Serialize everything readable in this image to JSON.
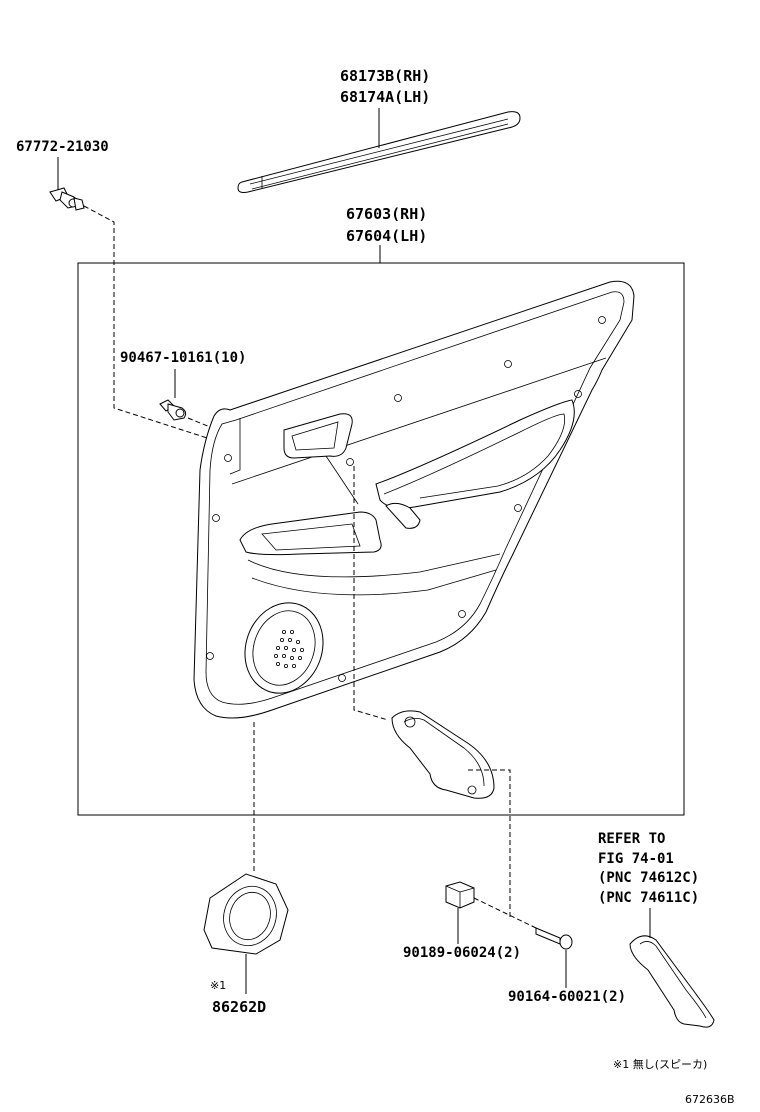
{
  "labels": {
    "moulding_rh": "68173B(RH)",
    "moulding_lh": "68174A(LH)",
    "clip_main": "67772-21030",
    "board_rh": "67603(RH)",
    "board_lh": "67604(LH)",
    "clip_trim": "90467-10161(10)",
    "refer_1": "REFER TO",
    "refer_2": "FIG 74-01",
    "refer_3": "(PNC 74612C)",
    "refer_4": "(PNC 74611C)",
    "nut": "90189-06024(2)",
    "screw": "90164-60021(2)",
    "note_mark": "※1",
    "spacer": "86262D",
    "footnote": "※1 無し(スピーカ)",
    "figure_id": "672636B"
  }
}
